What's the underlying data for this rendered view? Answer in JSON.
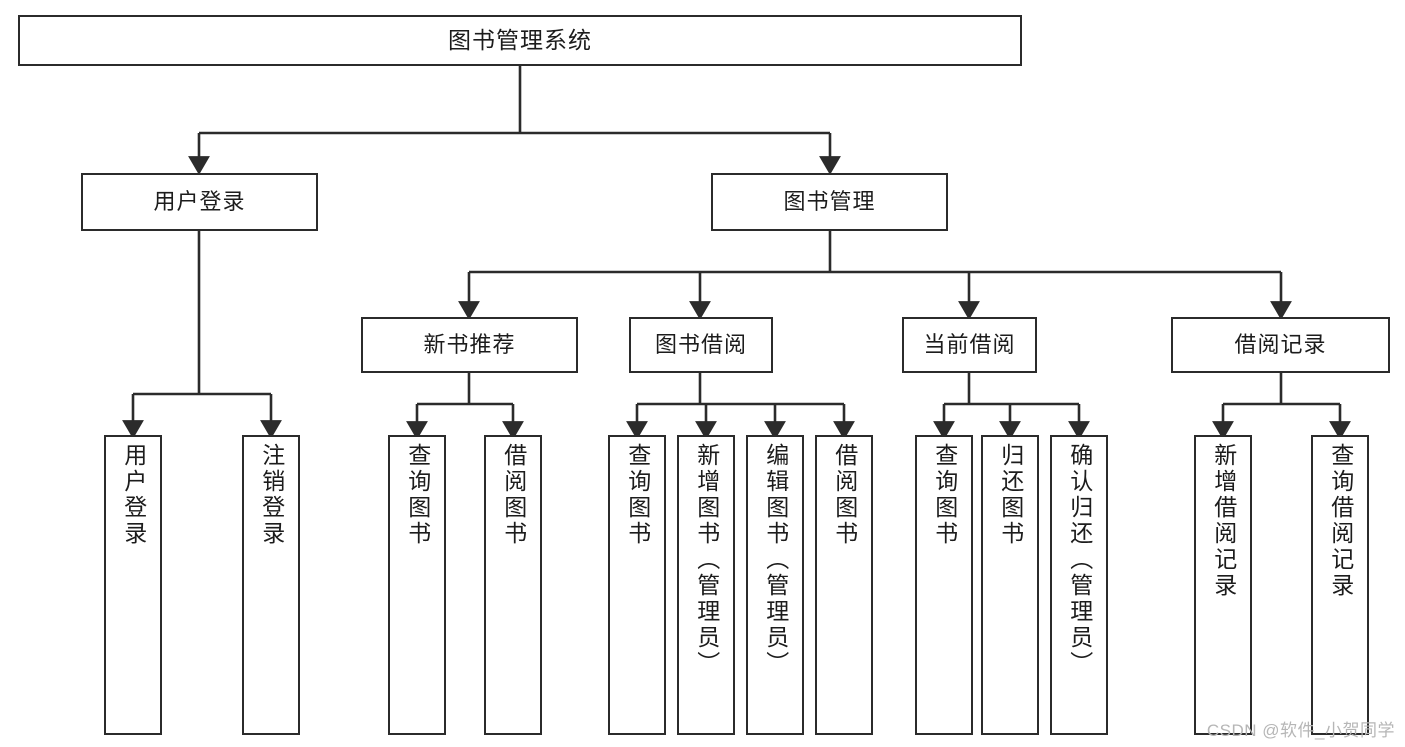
{
  "diagram": {
    "title": "图书管理系统",
    "type": "tree",
    "watermark": "CSDN @软件_小贺同学",
    "style": {
      "box_border_color": "#2b2b2b",
      "box_fill_color": "#ffffff",
      "connector_color": "#2b2b2b",
      "text_color": "#1c1c1c",
      "watermark_color": "#b6b6b6",
      "background": "#ffffff"
    },
    "nodes": {
      "root": {
        "label": "图书管理系统",
        "level": 0
      },
      "level1": [
        {
          "id": "user-login",
          "label": "用户登录"
        },
        {
          "id": "book-manage",
          "label": "图书管理"
        }
      ],
      "level2": [
        {
          "id": "new-book-recommend",
          "label": "新书推荐",
          "parent": "book-manage"
        },
        {
          "id": "book-borrow",
          "label": "图书借阅",
          "parent": "book-manage"
        },
        {
          "id": "current-borrow",
          "label": "当前借阅",
          "parent": "book-manage"
        },
        {
          "id": "borrow-record",
          "label": "借阅记录",
          "parent": "book-manage"
        }
      ],
      "leaves": [
        {
          "id": "leaf-user-login",
          "label": "用户登录",
          "parent": "user-login"
        },
        {
          "id": "leaf-logout-login",
          "label": "注销登录",
          "parent": "user-login"
        },
        {
          "id": "leaf-query-book-1",
          "label": "查询图书",
          "parent": "new-book-recommend"
        },
        {
          "id": "leaf-borrow-book-1",
          "label": "借阅图书",
          "parent": "new-book-recommend"
        },
        {
          "id": "leaf-query-book-2",
          "label": "查询图书",
          "parent": "book-borrow"
        },
        {
          "id": "leaf-add-book",
          "label": "新增图书（管理员）",
          "parent": "book-borrow"
        },
        {
          "id": "leaf-edit-book",
          "label": "编辑图书（管理员）",
          "parent": "book-borrow"
        },
        {
          "id": "leaf-borrow-book-2",
          "label": "借阅图书",
          "parent": "book-borrow"
        },
        {
          "id": "leaf-query-book-3",
          "label": "查询图书",
          "parent": "current-borrow"
        },
        {
          "id": "leaf-return-book",
          "label": "归还图书",
          "parent": "current-borrow"
        },
        {
          "id": "leaf-confirm-return",
          "label": "确认归还（管理员）",
          "parent": "current-borrow"
        },
        {
          "id": "leaf-add-record",
          "label": "新增借阅记录",
          "parent": "borrow-record"
        },
        {
          "id": "leaf-query-record",
          "label": "查询借阅记录",
          "parent": "borrow-record"
        }
      ]
    }
  }
}
